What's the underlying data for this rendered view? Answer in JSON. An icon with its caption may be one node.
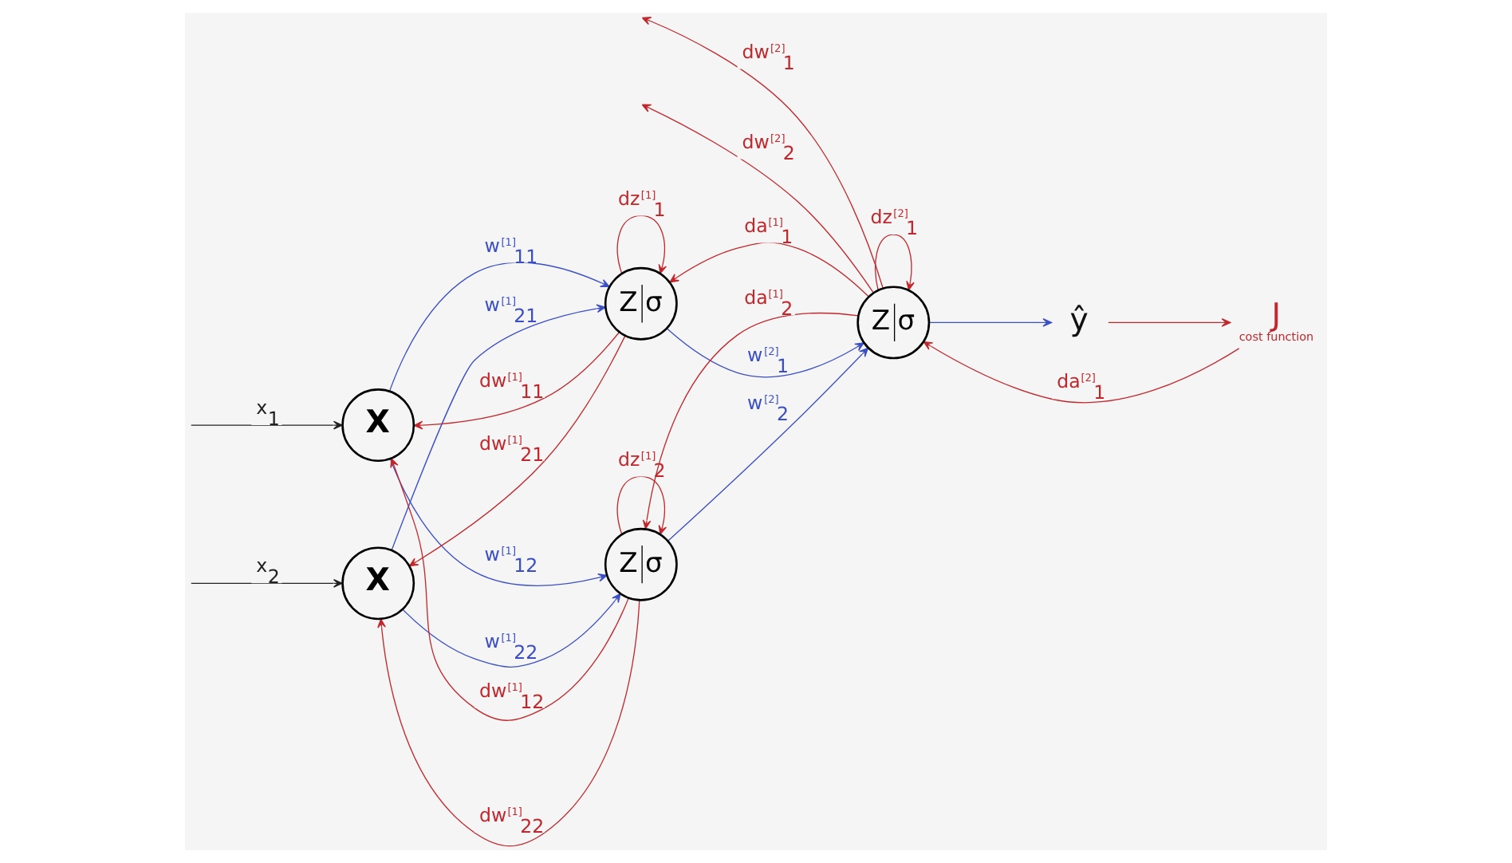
{
  "diagram": {
    "nodes": [
      {
        "text": [
          "X"
        ]
      },
      {
        "text": [
          "X"
        ]
      },
      {
        "text": [
          "Z",
          "σ"
        ]
      },
      {
        "text": [
          "Z",
          "σ"
        ]
      },
      {
        "text": [
          "Z",
          "σ"
        ]
      },
      {
        "text": [
          "ŷ"
        ]
      },
      {
        "text": [
          "J"
        ],
        "beside": [
          "cost function"
        ]
      }
    ],
    "edges": [
      {
        "from": null,
        "to": 0,
        "arrow": "to",
        "label": "x$_{1}$",
        "color": "#222222"
      },
      {
        "from": null,
        "to": 1,
        "arrow": "to",
        "label": "x$_{2}$",
        "color": "#222222"
      },
      {
        "from": 0,
        "to": 2,
        "arrow": "to",
        "label": "w$^{[1]}$$_{11}$",
        "color": "#3b4fc4"
      },
      {
        "from": 0,
        "to": 3,
        "arrow": "to",
        "label": "w$^{[1]}$$_{12}$",
        "color": "#3b4fc4"
      },
      {
        "from": 1,
        "to": 2,
        "arrow": "to",
        "label": "w$^{[1]}$$_{21}$",
        "color": "#3b4fc4"
      },
      {
        "from": 1,
        "to": 3,
        "arrow": "to",
        "label": "w$^{[1]}$$_{22}$",
        "color": "#3b4fc4"
      },
      {
        "from": 2,
        "to": 4,
        "arrow": "to",
        "label": "w$^{[2]}$$_{1}$",
        "color": "#3b4fc4"
      },
      {
        "from": 3,
        "to": 4,
        "arrow": "to",
        "label": "w$^{[2]}$$_{2}$",
        "color": "#3b4fc4"
      },
      {
        "from": 4,
        "to": 5,
        "arrow": "to",
        "color": "#3b4fc4"
      },
      {
        "from": 5,
        "to": 6,
        "arrow": "to"
      },
      {
        "from": 6,
        "to": 4,
        "arrow": "to",
        "label": "da$^{[2]}$$_{1}$"
      },
      {
        "from": 4,
        "to": 4,
        "arrow": "to",
        "label": "dz$^{[2]}$$_{1}$"
      },
      {
        "from": 4,
        "to": null,
        "arrow": "to",
        "label": "dw$^{[2]}$$_{1}$"
      },
      {
        "from": 4,
        "to": null,
        "arrow": "to",
        "label": "dw$^{[2]}$$_{2}$"
      },
      {
        "from": 4,
        "to": 2,
        "arrow": "to",
        "label": "da$^{[1]}$$_{1}$"
      },
      {
        "from": 4,
        "to": 3,
        "arrow": "to",
        "label": "da$^{[1]}$$_{2}$"
      },
      {
        "from": 2,
        "to": 2,
        "arrow": "to",
        "label": "dz$^{[1]}$$_{1}$"
      },
      {
        "from": 3,
        "to": 3,
        "arrow": "to",
        "label": "dz$^{[1]}$$_{2}$"
      },
      {
        "from": 2,
        "to": 0,
        "arrow": "to",
        "label": "dw$^{[1]}$$_{11}$"
      },
      {
        "from": 3,
        "to": 0,
        "arrow": "to",
        "label": "dw$^{[1]}$$_{12}$"
      },
      {
        "from": 2,
        "to": 1,
        "arrow": "to",
        "label": "dw$^{[1]}$$_{21}$"
      },
      {
        "from": 3,
        "to": 1,
        "arrow": "to",
        "label": "dw$^{[1]}$$_{22}$"
      }
    ]
  }
}
